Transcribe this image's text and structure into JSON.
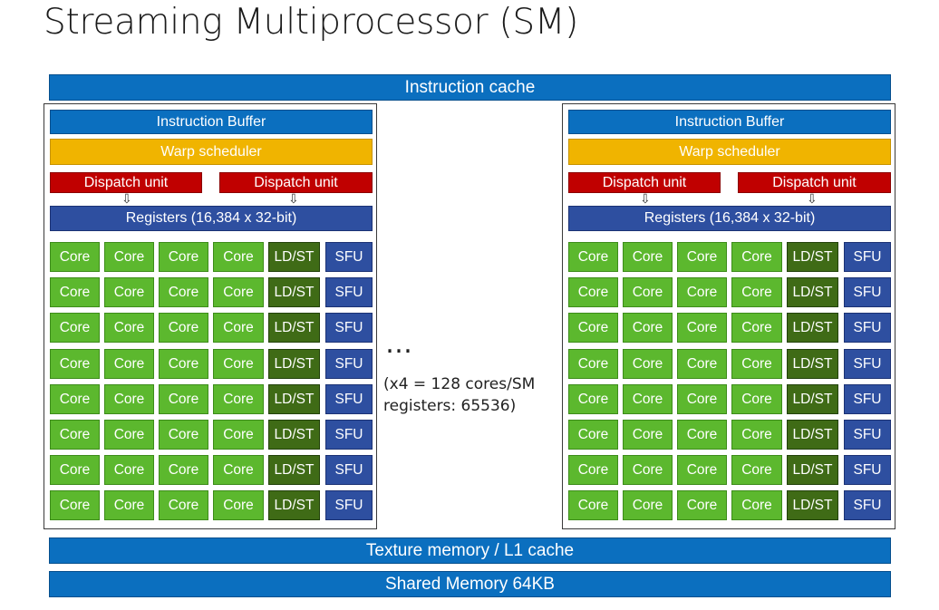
{
  "title": "Streaming Multiprocessor (SM)",
  "instruction_cache": "Instruction cache",
  "sm_blocks": [
    {
      "instruction_buffer": "Instruction Buffer",
      "warp_scheduler": "Warp scheduler",
      "dispatch_units": [
        "Dispatch unit",
        "Dispatch unit"
      ],
      "registers": "Registers (16,384 x 32-bit)"
    },
    {
      "instruction_buffer": "Instruction Buffer",
      "warp_scheduler": "Warp scheduler",
      "dispatch_units": [
        "Dispatch unit",
        "Dispatch unit"
      ],
      "registers": "Registers (16,384 x 32-bit)"
    }
  ],
  "unit_grid": {
    "rows": 8,
    "row_units": [
      "Core",
      "Core",
      "Core",
      "Core",
      "LD/ST",
      "SFU"
    ]
  },
  "ellipsis": "…",
  "note": {
    "line1": "(x4 = 128 cores/SM",
    "line2": "registers: 65536)"
  },
  "texture_memory": "Texture memory / L1 cache",
  "shared_memory": "Shared Memory 64KB",
  "colors": {
    "cache_blue": "#0b6fbf",
    "warp_yellow": "#f0b400",
    "dispatch_red": "#c00000",
    "registers_blue": "#2e4fa0",
    "core_green": "#5cb82e",
    "ldst_dark_green": "#3f6b16",
    "sfu_blue": "#2e4fa0"
  }
}
